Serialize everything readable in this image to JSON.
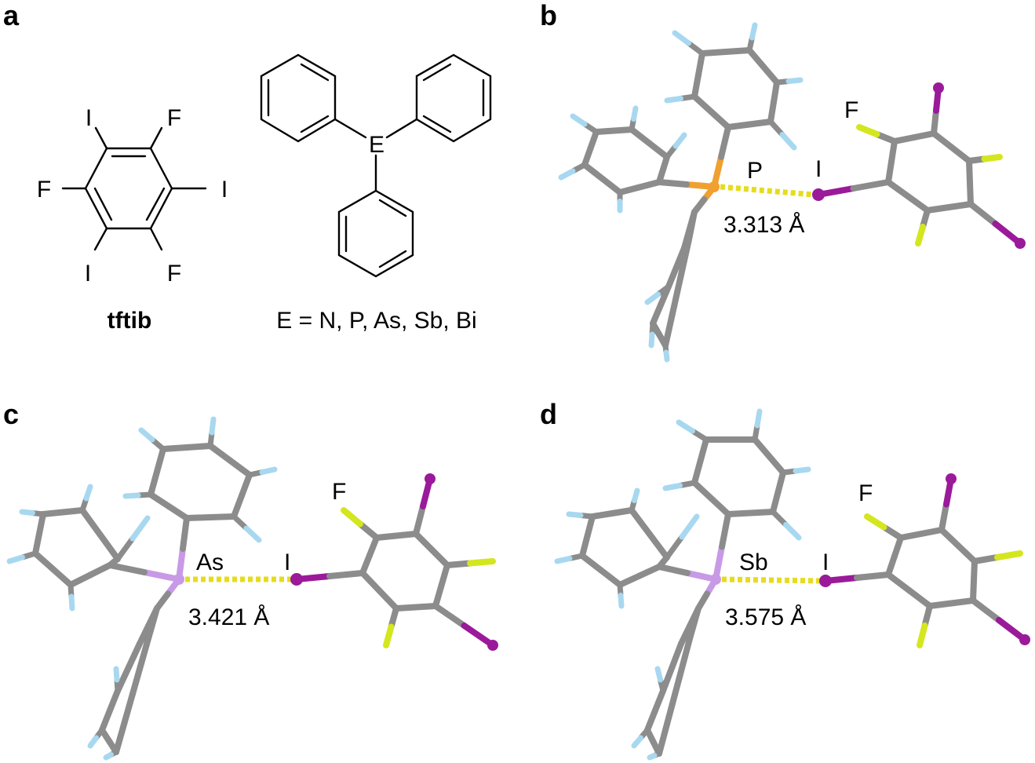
{
  "panels": {
    "a": {
      "label": "a",
      "tftib": {
        "name": "tftib",
        "atoms": {
          "i_top": "I",
          "f_top": "F",
          "f_left": "F",
          "i_right": "I",
          "i_bottom": "I",
          "f_bottom": "F"
        }
      },
      "triaryl": {
        "center_atom": "E",
        "caption": "E = N, P, As, Sb, Bi"
      }
    },
    "b": {
      "label": "b",
      "pnictogen": "P",
      "iodine": "I",
      "fluorine": "F",
      "distance": "3.313 Å",
      "pnictogen_color": "#f0a030"
    },
    "c": {
      "label": "c",
      "pnictogen": "As",
      "iodine": "I",
      "fluorine": "F",
      "distance": "3.421 Å",
      "pnictogen_color": "#c89ae6"
    },
    "d": {
      "label": "d",
      "pnictogen": "Sb",
      "iodine": "I",
      "fluorine": "F",
      "distance": "3.575 Å",
      "pnictogen_color": "#c89ae6"
    }
  },
  "colors": {
    "carbon": "#8c8c8c",
    "hydrogen": "#a8d8f0",
    "fluorine": "#d4e61e",
    "iodine": "#9a1a9a",
    "halogen_bond": "#e6dc1e"
  }
}
